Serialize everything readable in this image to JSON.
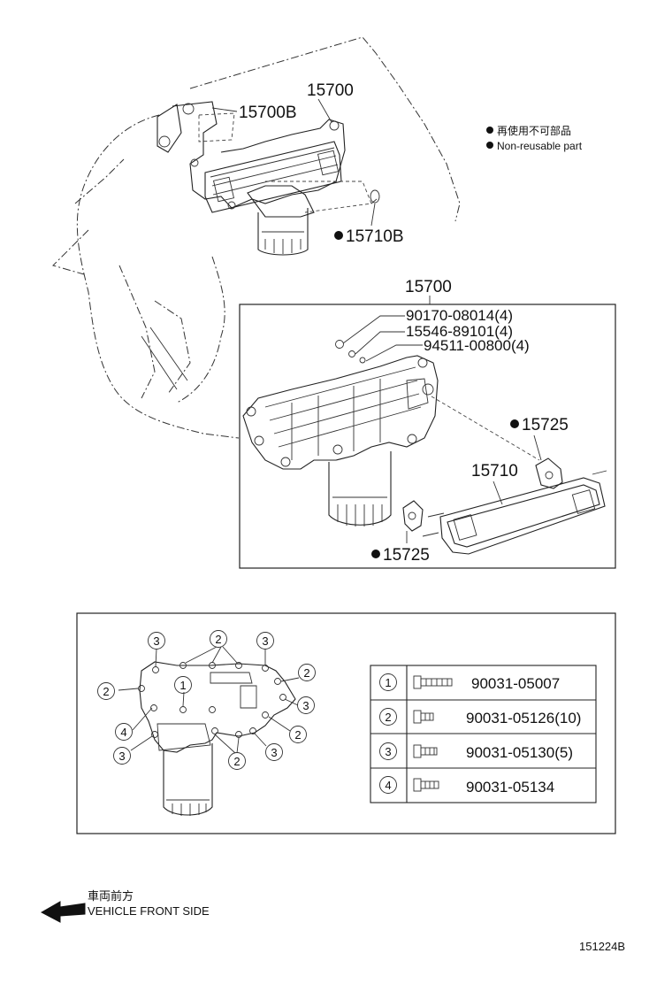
{
  "legend": {
    "jp": "再使用不可部品",
    "en": "Non-reusable part"
  },
  "overview_labels": {
    "p15700_top": "15700",
    "p15700b": "15700B",
    "p15710b": "15710B"
  },
  "detail": {
    "title": "15700",
    "parts": {
      "p90170": "90170-08014(4)",
      "p15546": "15546-89101(4)",
      "p94511": "94511-00800(4)",
      "p15725_right": "15725",
      "p15710": "15710",
      "p15725_bottom": "15725"
    }
  },
  "bolt_diagram": {
    "callouts": [
      "1",
      "2",
      "3",
      "4"
    ],
    "table": [
      {
        "num": "1",
        "part": "90031-05007"
      },
      {
        "num": "2",
        "part": "90031-05126(10)"
      },
      {
        "num": "3",
        "part": "90031-05130(5)"
      },
      {
        "num": "4",
        "part": "90031-05134"
      }
    ]
  },
  "direction": {
    "jp": "車両前方",
    "en": "VEHICLE FRONT SIDE"
  },
  "diagram_code": "151224B"
}
